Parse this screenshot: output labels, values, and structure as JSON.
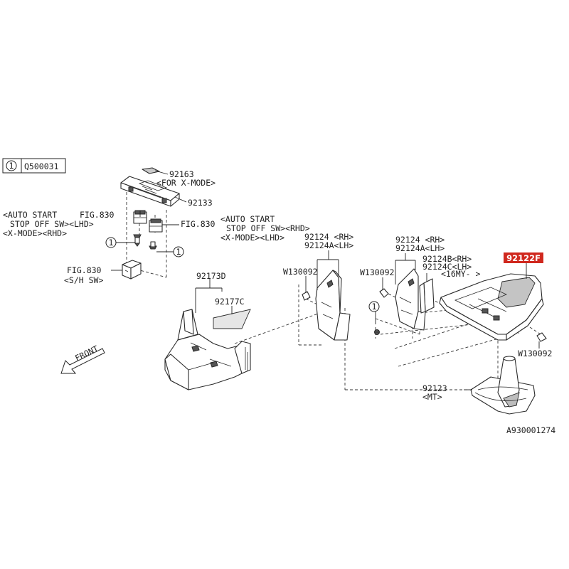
{
  "legend": {
    "index": "1",
    "code": "Q500031"
  },
  "labels": {
    "p92163": "92163",
    "p92163_note": "<FOR X-MODE>",
    "p92133": "92133",
    "auto_lhd_1": "<AUTO START",
    "auto_lhd_fig": "FIG.830",
    "auto_lhd_2": "STOP OFF SW><LHD>",
    "auto_lhd_3": "<X-MODE><RHD>",
    "fig830_right": "FIG.830",
    "auto_rhd_1": "<AUTO START",
    "auto_rhd_2": "STOP OFF SW><RHD>",
    "auto_rhd_3": "<X-MODE><LHD>",
    "sh_fig": "FIG.830",
    "sh_note": "<S/H SW>",
    "p92124_a": "92124 <RH>",
    "p92124A_a": "92124A<LH>",
    "p92124_b": "92124 <RH>",
    "p92124A_b": "92124A<LH>",
    "p92124B": "92124B<RH>",
    "p92124C": "92124C<LH>",
    "p92124_note": "<16MY- >",
    "w_left": "W130092",
    "w_mid": "W130092",
    "w_right": "W130092",
    "p92173D": "92173D",
    "p92177C": "92177C",
    "front": "FRONT",
    "p92122F": "92122F",
    "p92123": "92123",
    "p92123_note": "<MT>",
    "callout_1": "1",
    "callout_2": "1",
    "callout_3": "1",
    "diagram_code": "A930001274"
  },
  "colors": {
    "highlight": "#d0281e",
    "line": "#2a2a2a",
    "background": "#ffffff"
  }
}
